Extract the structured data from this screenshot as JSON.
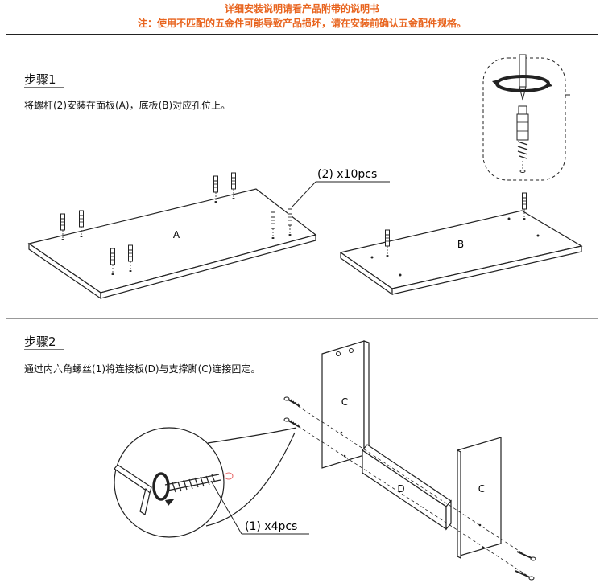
{
  "header": {
    "notice_line1": "详细安装说明请看产品附带的说明书",
    "notice_line2": "注：使用不匹配的五金件可能导致产品损坏，请在安装前确认五金配件规格。",
    "accent_color": "#e8641e"
  },
  "step1": {
    "title": "步骤1",
    "description": "将螺杆(2)安装在面板(A)，底板(B)对应孔位上。",
    "callout": "(2) x10pcs",
    "panel_a_label": "A",
    "panel_b_label": "B"
  },
  "step2": {
    "title": "步骤2",
    "description": "通过内六角螺丝(1)将连接板(D)与支撑脚(C)连接固定。",
    "callout": "(1) x4pcs",
    "panel_c_left_label": "C",
    "panel_c_right_label": "C",
    "panel_d_label": "D"
  }
}
